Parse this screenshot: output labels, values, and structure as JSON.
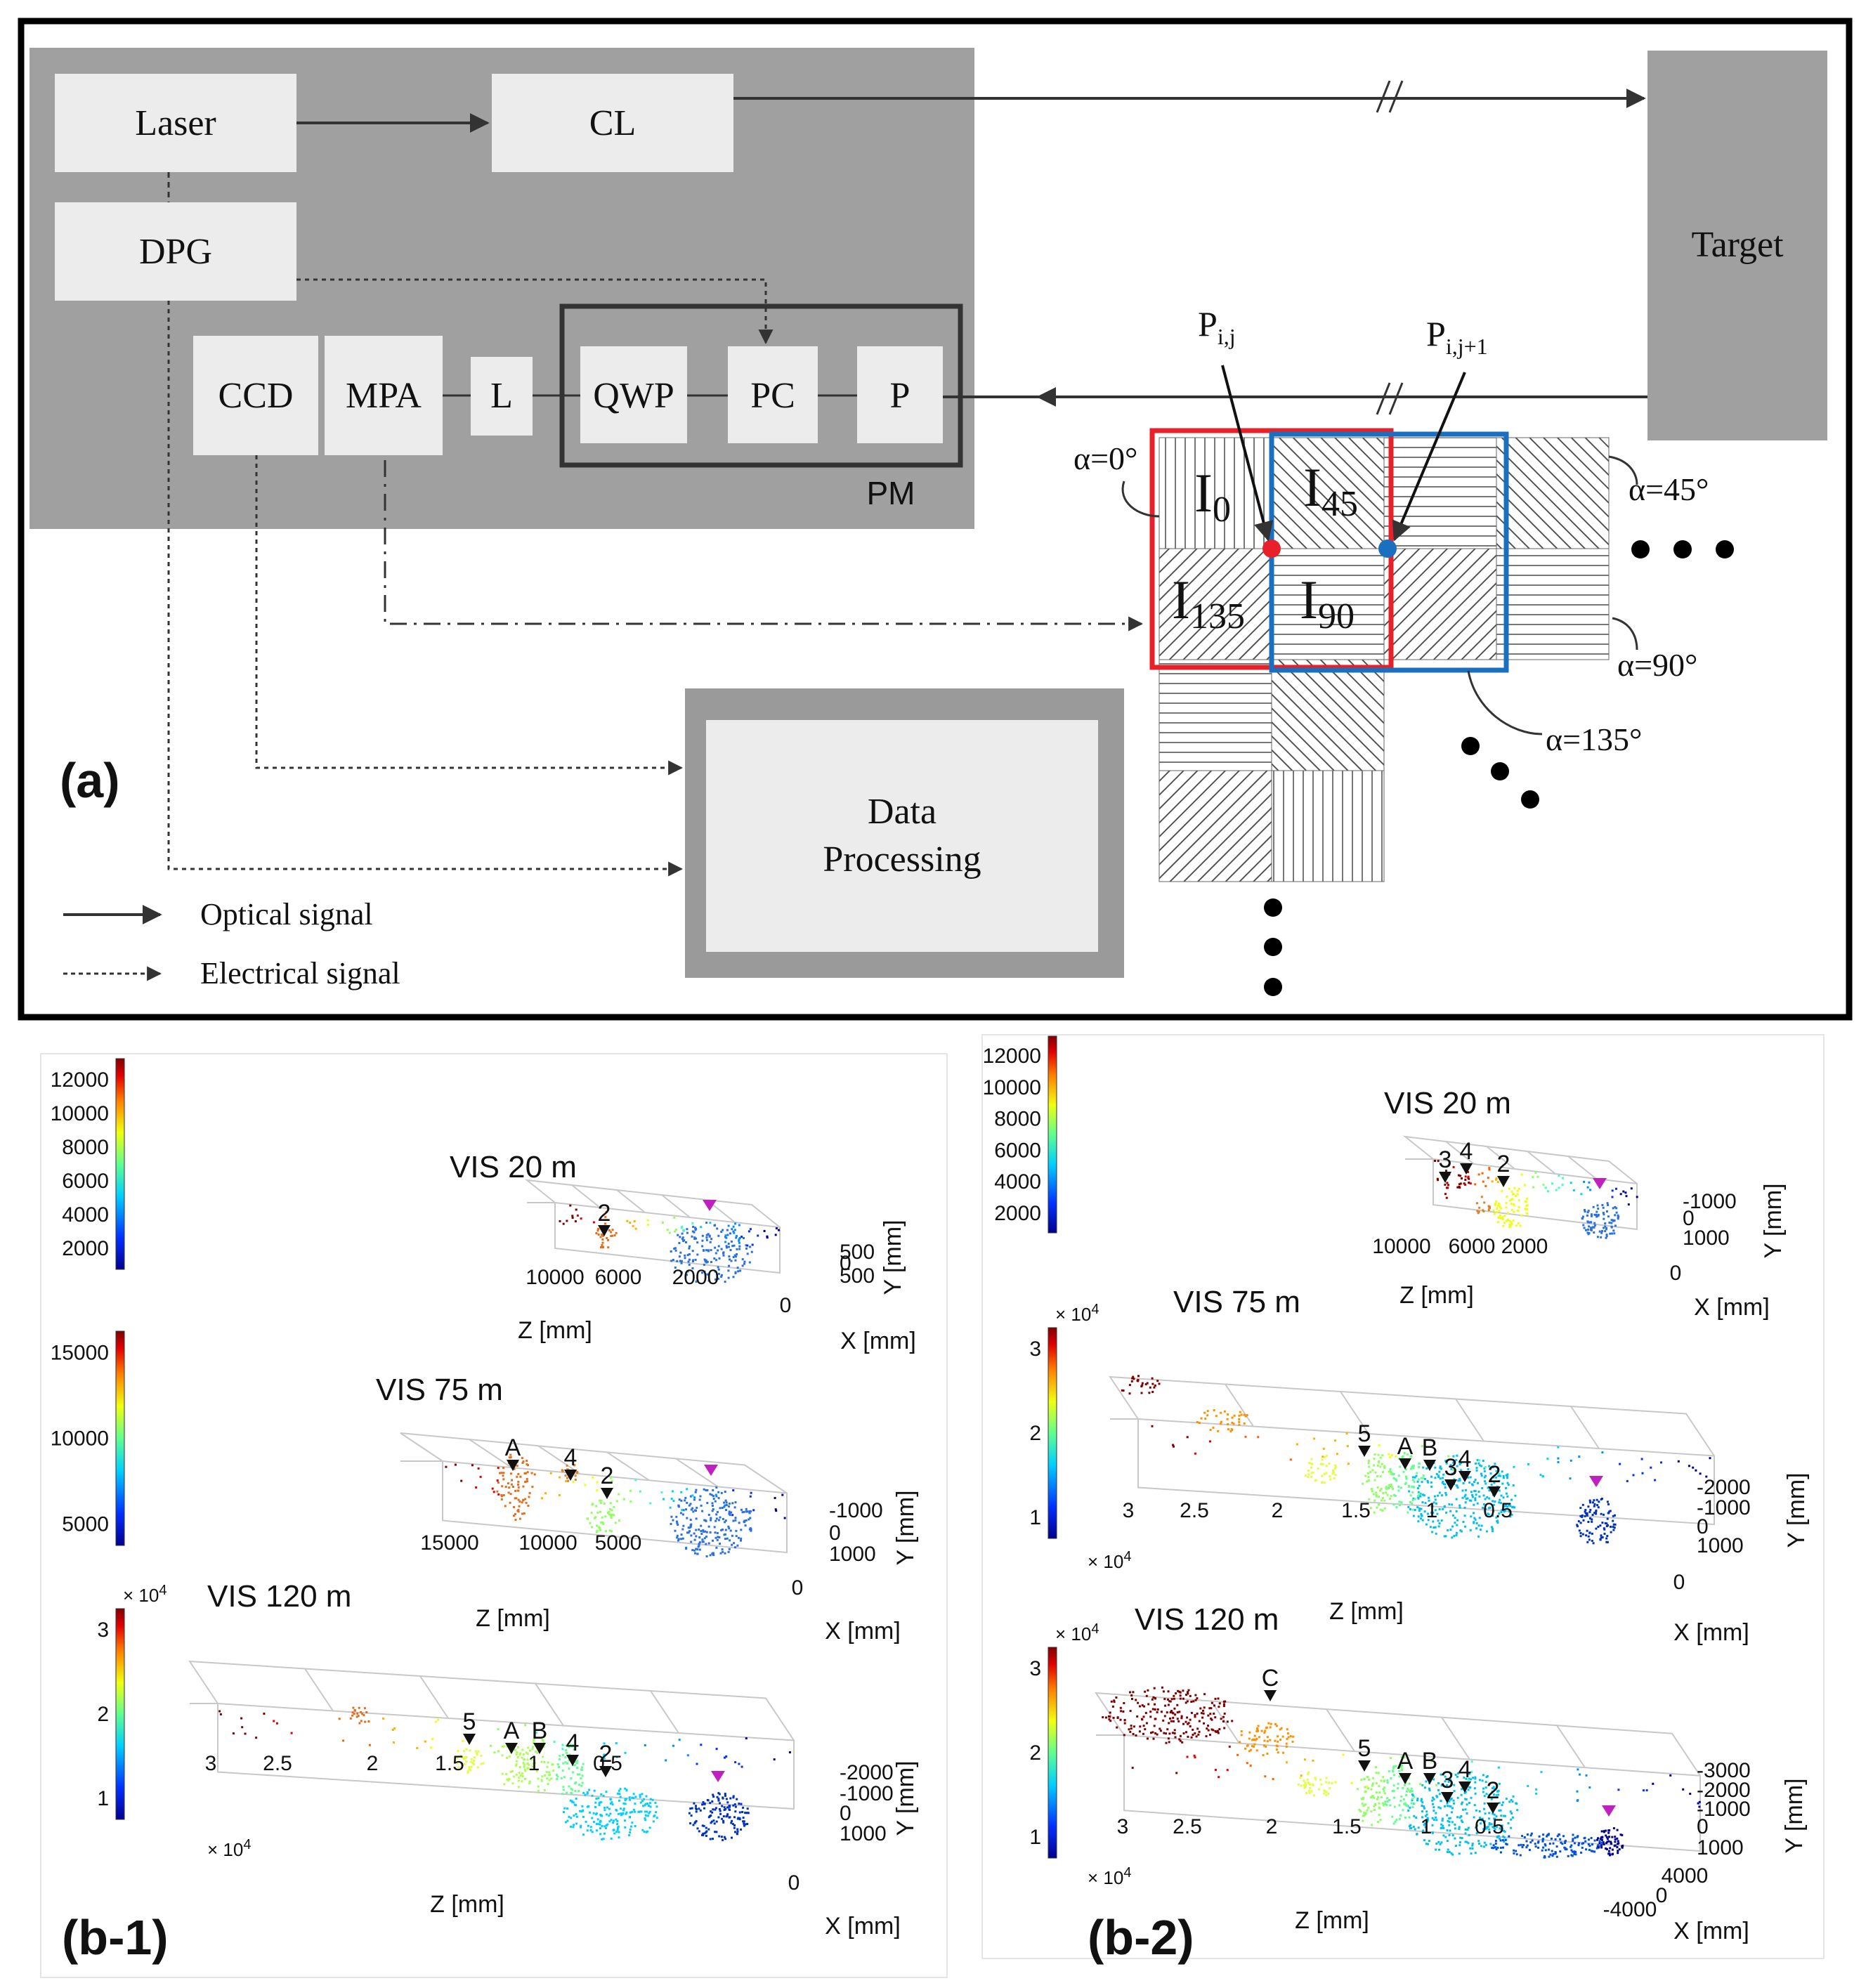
{
  "panel_a": {
    "label": "(a)",
    "laser": "Laser",
    "cl": "CL",
    "dpg": "DPG",
    "ccd": "CCD",
    "mpa": "MPA",
    "l": "L",
    "qwp": "QWP",
    "pc": "PC",
    "p": "P",
    "pm": "PM",
    "target": "Target",
    "data_processing_1": "Data",
    "data_processing_2": "Processing",
    "legend_optical": "Optical signal",
    "legend_electrical": "Electrical signal",
    "pixel_i0": "I",
    "pixel_i0_sub": "0",
    "pixel_i45": "I",
    "pixel_i45_sub": "45",
    "pixel_i135": "I",
    "pixel_i135_sub": "135",
    "pixel_i90": "I",
    "pixel_i90_sub": "90",
    "p_ij": "P",
    "p_ij_sub": "i,j",
    "p_ij1": "P",
    "p_ij1_sub": "i,j+1",
    "alpha0": "α=0°",
    "alpha45": "α=45°",
    "alpha90": "α=90°",
    "alpha135": "α=135°",
    "colors": {
      "red_frame": "#e8202a",
      "blue_frame": "#1a6fbf",
      "gray_bg": "#a0a0a0",
      "box": "#ececec"
    }
  },
  "panel_b1": {
    "label": "(b-1)",
    "plots": [
      {
        "title": "VIS 20 m",
        "colorbar_ticks": [
          "12000",
          "10000",
          "8000",
          "6000",
          "4000",
          "2000"
        ],
        "z_ticks": [
          "10000",
          "6000",
          "2000"
        ],
        "x_ticks": [
          "0"
        ],
        "y_ticks": [
          "500",
          "0",
          "500"
        ],
        "z_label": "Z [mm]",
        "x_label": "X [mm]",
        "y_label": "Y [mm]",
        "markers": [
          "2"
        ]
      },
      {
        "title": "VIS 75 m",
        "colorbar_ticks": [
          "15000",
          "10000",
          "5000"
        ],
        "z_ticks": [
          "15000",
          "10000",
          "5000"
        ],
        "x_ticks": [
          "0"
        ],
        "y_ticks": [
          "-1000",
          "0",
          "1000"
        ],
        "z_label": "Z [mm]",
        "x_label": "X [mm]",
        "y_label": "Y [mm]",
        "markers": [
          "A",
          "4",
          "2"
        ]
      },
      {
        "title": "VIS 120 m",
        "colorbar_exp": "× 10",
        "colorbar_exp_sup": "4",
        "colorbar_ticks": [
          "3",
          "2",
          "1"
        ],
        "z_ticks": [
          "3",
          "2.5",
          "2",
          "1.5",
          "1",
          "0.5"
        ],
        "z_exp": "× 10",
        "z_exp_sup": "4",
        "x_ticks": [
          "0"
        ],
        "y_ticks": [
          "-2000",
          "-1000",
          "0",
          "1000"
        ],
        "z_label": "Z [mm]",
        "x_label": "X [mm]",
        "y_label": "Y [mm]",
        "markers": [
          "5",
          "A",
          "B",
          "4",
          "2"
        ]
      }
    ]
  },
  "panel_b2": {
    "label": "(b-2)",
    "plots": [
      {
        "title": "VIS 20 m",
        "colorbar_ticks": [
          "12000",
          "10000",
          "8000",
          "6000",
          "4000",
          "2000"
        ],
        "z_ticks": [
          "10000",
          "6000",
          "2000"
        ],
        "x_ticks": [
          "0"
        ],
        "y_ticks": [
          "-1000",
          "0",
          "1000"
        ],
        "z_label": "Z [mm]",
        "x_label": "X [mm]",
        "y_label": "Y [mm]",
        "markers": [
          "3",
          "4",
          "2"
        ]
      },
      {
        "title": "VIS 75 m",
        "colorbar_exp": "× 10",
        "colorbar_exp_sup": "4",
        "colorbar_ticks": [
          "3",
          "2",
          "1"
        ],
        "z_ticks": [
          "3",
          "2.5",
          "2",
          "1.5",
          "1",
          "0.5"
        ],
        "z_exp": "× 10",
        "z_exp_sup": "4",
        "x_ticks": [
          "0"
        ],
        "y_ticks": [
          "-2000",
          "-1000",
          "0",
          "1000"
        ],
        "z_label": "Z [mm]",
        "x_label": "X [mm]",
        "y_label": "Y [mm]",
        "markers": [
          "5",
          "A",
          "B",
          "4",
          "3",
          "2"
        ]
      },
      {
        "title": "VIS 120 m",
        "colorbar_exp": "× 10",
        "colorbar_exp_sup": "4",
        "colorbar_ticks": [
          "3",
          "2",
          "1"
        ],
        "z_ticks": [
          "3",
          "2.5",
          "2",
          "1.5",
          "1",
          "0.5"
        ],
        "z_exp": "× 10",
        "z_exp_sup": "4",
        "x_ticks": [
          "4000",
          "0",
          "-4000"
        ],
        "y_ticks": [
          "-3000",
          "-2000",
          "-1000",
          "0",
          "1000"
        ],
        "z_label": "Z [mm]",
        "x_label": "X [mm]",
        "y_label": "Y [mm]",
        "markers": [
          "C",
          "5",
          "A",
          "B",
          "4",
          "3",
          "2"
        ]
      }
    ]
  }
}
